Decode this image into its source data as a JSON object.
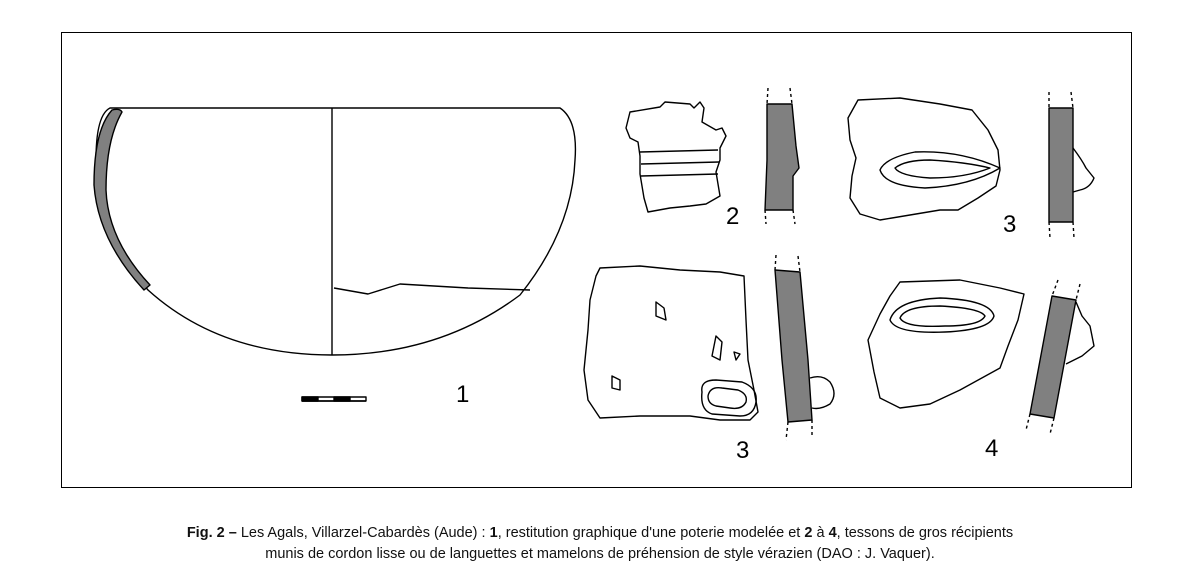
{
  "figure": {
    "labels": {
      "item_1": "1",
      "item_2": "2",
      "item_3a": "3",
      "item_3b": "3",
      "item_4": "4"
    },
    "colors": {
      "section_fill": "#808080",
      "line": "#000000"
    }
  },
  "caption": {
    "prefix": "Fig. 2 –",
    "part1": " Les Agals, Villarzel-Cabardès (Aude) : ",
    "bold1": "1",
    "part2": ", restitution graphique d'une poterie modelée et ",
    "bold2": "2",
    "part3": " à ",
    "bold3": "4",
    "part4": ", tessons de gros récipients",
    "line2": "munis de cordon lisse ou de languettes et mamelons de préhension de style vérazien (DAO : J. Vaquer)."
  }
}
